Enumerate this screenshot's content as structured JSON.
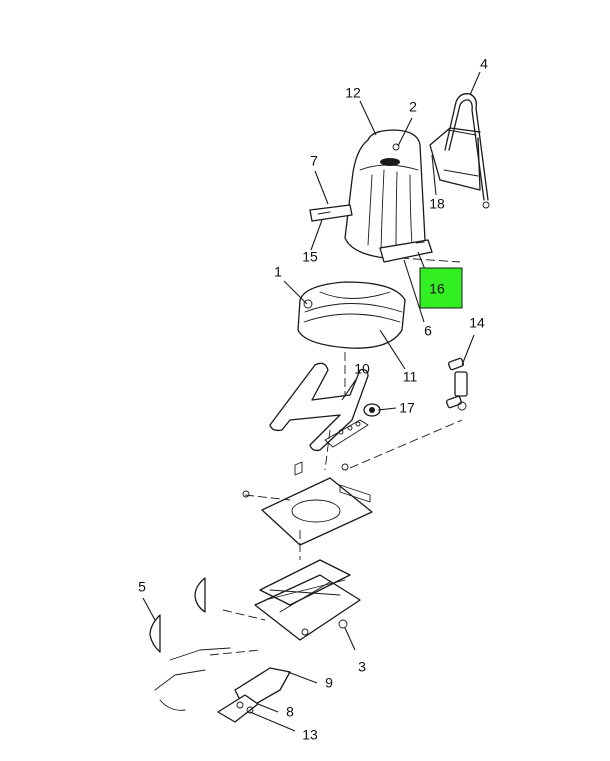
{
  "callouts": {
    "c1": "1",
    "c2": "2",
    "c3": "3",
    "c4": "4",
    "c5": "5",
    "c6": "6",
    "c7": "7",
    "c8": "8",
    "c9": "9",
    "c10": "10",
    "c11": "11",
    "c12": "12",
    "c13": "13",
    "c14": "14",
    "c15": "15",
    "c16": "16",
    "c17": "17",
    "c18": "18"
  },
  "colors": {
    "highlight": "#33ee22",
    "ink": "#1a1a1a",
    "background": "#ffffff"
  },
  "highlighted_callout": "16"
}
